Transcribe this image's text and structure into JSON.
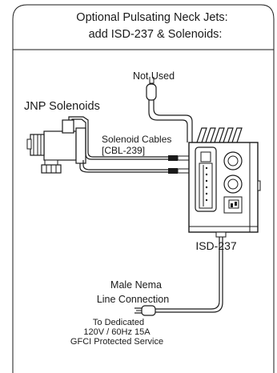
{
  "header": {
    "line1": "Optional Pulsating Neck Jets:",
    "line2": "add ISD-237 & Solenoids:"
  },
  "labels": {
    "not_used": "Not Used",
    "jnp_solenoids": "JNP Solenoids",
    "solenoid_cables": "Solenoid Cables",
    "cable_part": "[CBL-239]",
    "controller": "ISD-237",
    "male_nema_1": "Male Nema",
    "male_nema_2": "Line Connection",
    "service_1": "To Dedicated",
    "service_2": "120V / 60Hz 15A",
    "service_3": "GFCI Protected Service"
  },
  "colors": {
    "line": "#1a1a1a",
    "background": "#ffffff"
  }
}
